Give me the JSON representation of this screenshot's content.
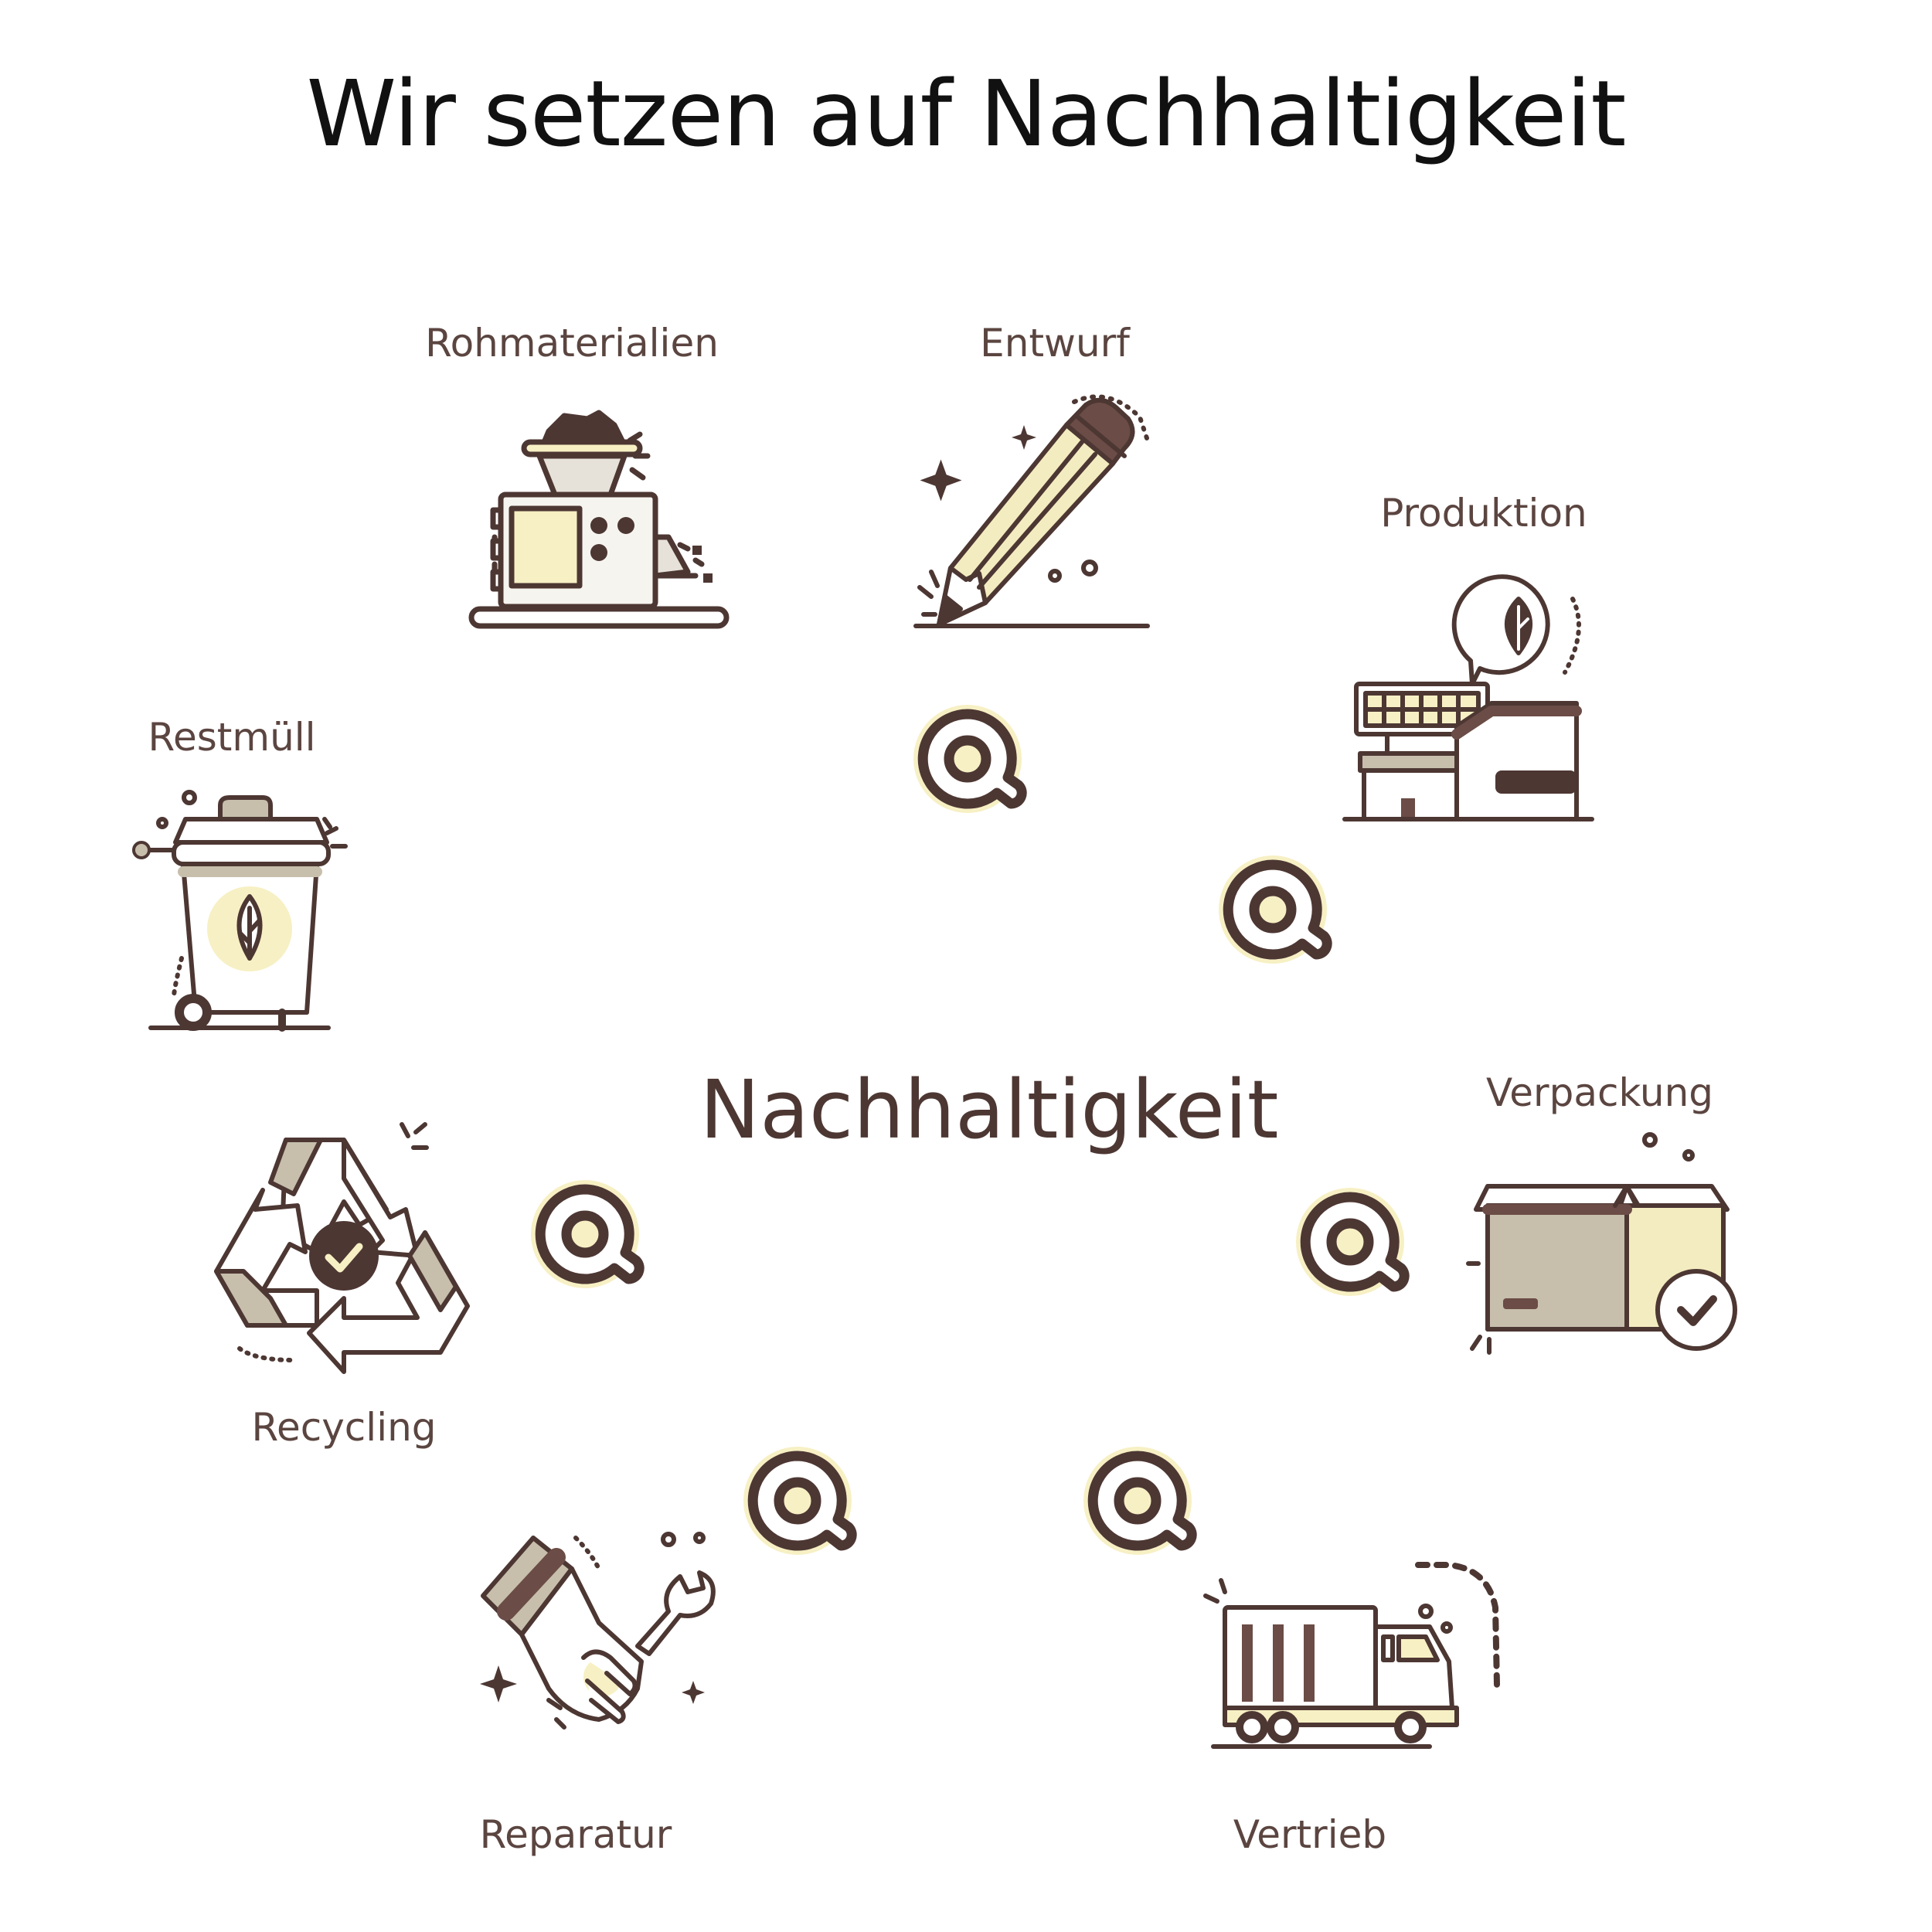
{
  "title": "Wir setzen auf Nachhaltigkeit",
  "center": "Nachhaltigkeit",
  "stages": [
    {
      "id": "rohmaterialien",
      "label": "Rohmaterialien",
      "icon": "machine-icon"
    },
    {
      "id": "entwurf",
      "label": "Entwurf",
      "icon": "pencil-icon"
    },
    {
      "id": "produktion",
      "label": "Produktion",
      "icon": "factory-icon"
    },
    {
      "id": "verpackung",
      "label": "Verpackung",
      "icon": "box-icon"
    },
    {
      "id": "vertrieb",
      "label": "Vertrieb",
      "icon": "truck-icon"
    },
    {
      "id": "reparatur",
      "label": "Reparatur",
      "icon": "wrench-hand-icon"
    },
    {
      "id": "recycling",
      "label": "Recycling",
      "icon": "recycle-icon"
    },
    {
      "id": "restmuell",
      "label": "Restmüll",
      "icon": "trash-bin-icon"
    }
  ],
  "colors": {
    "outline": "#4d3733",
    "cream": "#f7f0c4",
    "taupe": "#c7bfac",
    "text": "#5b4540",
    "title": "#111111"
  }
}
